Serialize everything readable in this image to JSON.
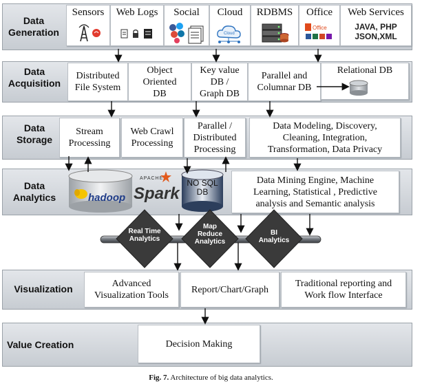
{
  "layers": {
    "generation": "Data\nGeneration",
    "acquisition": "Data\nAcquisition",
    "storage": "Data\nStorage",
    "analytics": "Data\nAnalytics",
    "visualization": "Visualization",
    "value": "Value Creation"
  },
  "sources": {
    "sensors": "Sensors",
    "weblogs": "Web Logs",
    "social": "Social",
    "cloud": "Cloud",
    "rdbms": "RDBMS",
    "office": "Office",
    "webservices": "Web Services",
    "ws_line1": "JAVA, PHP",
    "ws_line2": "JSON,XML",
    "cloud_icon_text": "Cloud",
    "office_icon_text": "Office"
  },
  "acquisition": {
    "dfs": "Distributed\nFile System",
    "oodb": "Object\nOriented\nDB",
    "kv": "Key value\nDB /\nGraph DB",
    "parallel": "Parallel and\nColumnar DB",
    "relational": "Relational DB"
  },
  "storage": {
    "stream": "Stream\nProcessing",
    "crawl": "Web Crawl\nProcessing",
    "parallel": "Parallel /\nDistributed\nProcessing",
    "modeling": "Data Modeling, Discovery,\nCleaning, Integration,\nTransformation, Data Privacy"
  },
  "analytics": {
    "hadoop": "hadoop",
    "spark_prefix": "APACHE",
    "spark": "Spark",
    "nosql": "NO SQL\nDB",
    "mining": "Data Mining Engine, Machine\nLearning, Statistical , Predictive\nanalysis and Semantic analysis"
  },
  "processing": {
    "realtime": "Real Time\nAnalytics",
    "mapreduce": "Map\nReduce\nAnalytics",
    "bi": "BI\nAnalytics"
  },
  "visualization": {
    "advanced": "Advanced\nVisualization Tools",
    "report": "Report/Chart/Graph",
    "traditional": "Traditional reporting and\nWork flow Interface"
  },
  "value": {
    "decision": "Decision Making"
  },
  "caption": {
    "label": "Fig. 7.",
    "text": " Architecture of big data analytics."
  },
  "colors": {
    "layer_gradient_top": "#e3e6ea",
    "layer_gradient_bottom": "#c7ccd2",
    "diamond": "#3a3a3a",
    "hadoop_elephant": "#f5c400"
  }
}
